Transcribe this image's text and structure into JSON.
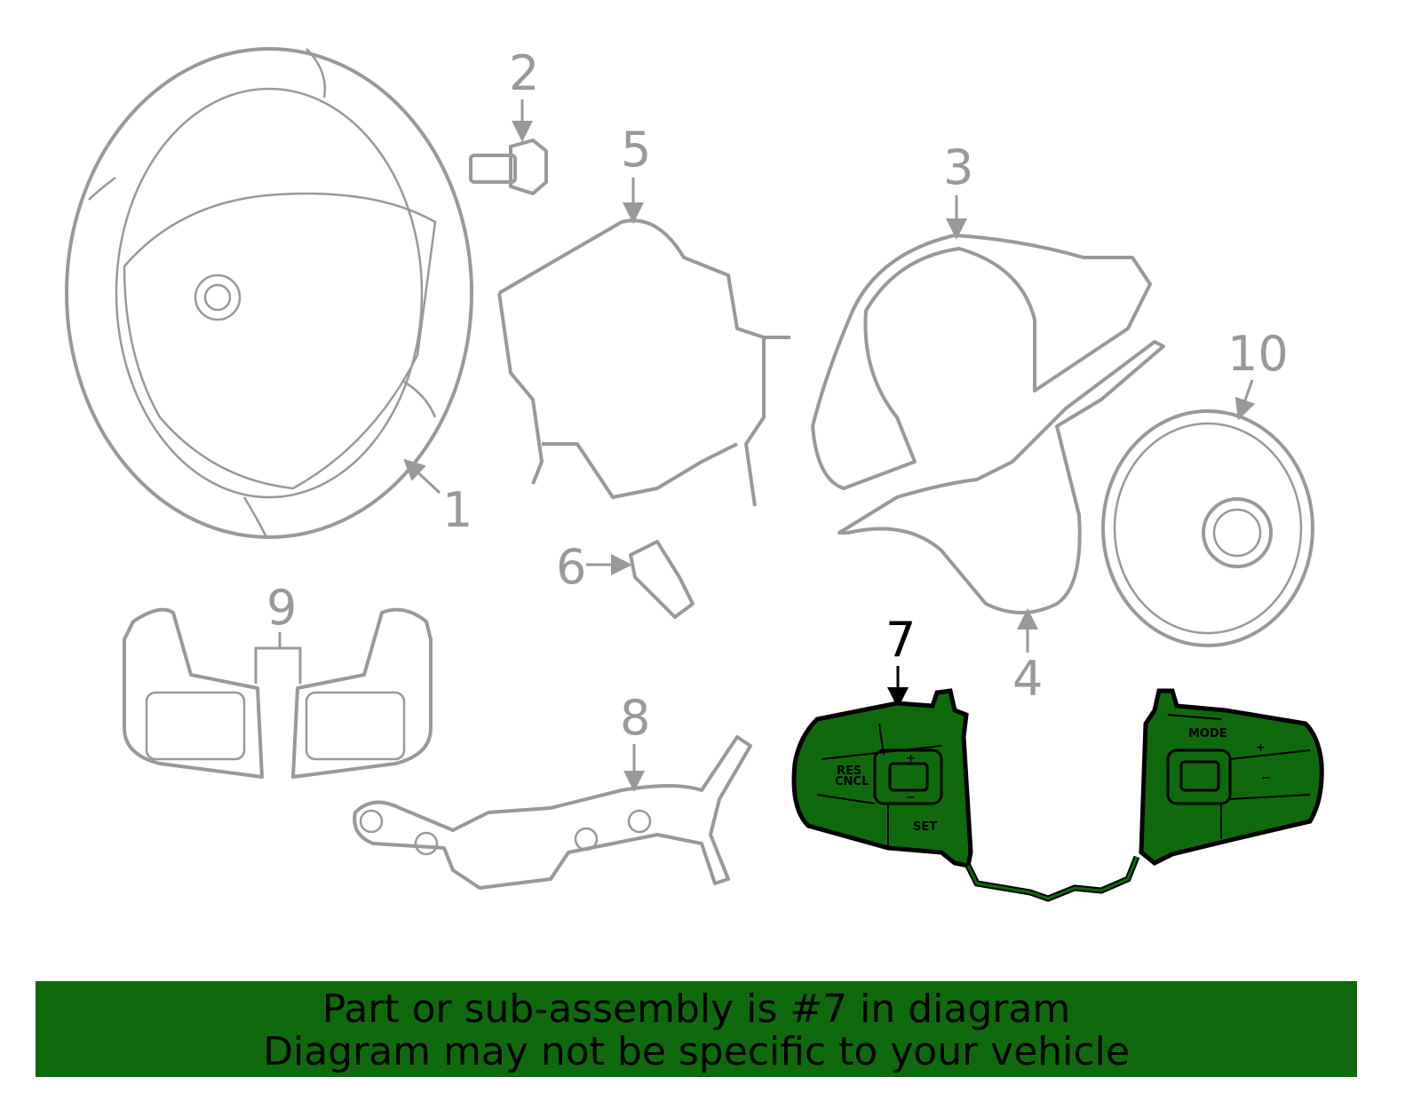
{
  "callouts": [
    "1",
    "2",
    "3",
    "4",
    "5",
    "6",
    "7",
    "8",
    "9",
    "10"
  ],
  "highlighted_callout": "7",
  "highlight_color": "#0f6a0d",
  "part7_button_labels": {
    "mode": "MODE",
    "set": "SET",
    "res_cncl_1": "RES",
    "res_cncl_2": "CNCL",
    "plus": "+",
    "minus": "−"
  },
  "banner": {
    "line1": "Part or sub-assembly is #7 in diagram",
    "line2": "Diagram may not be specific to your vehicle"
  }
}
